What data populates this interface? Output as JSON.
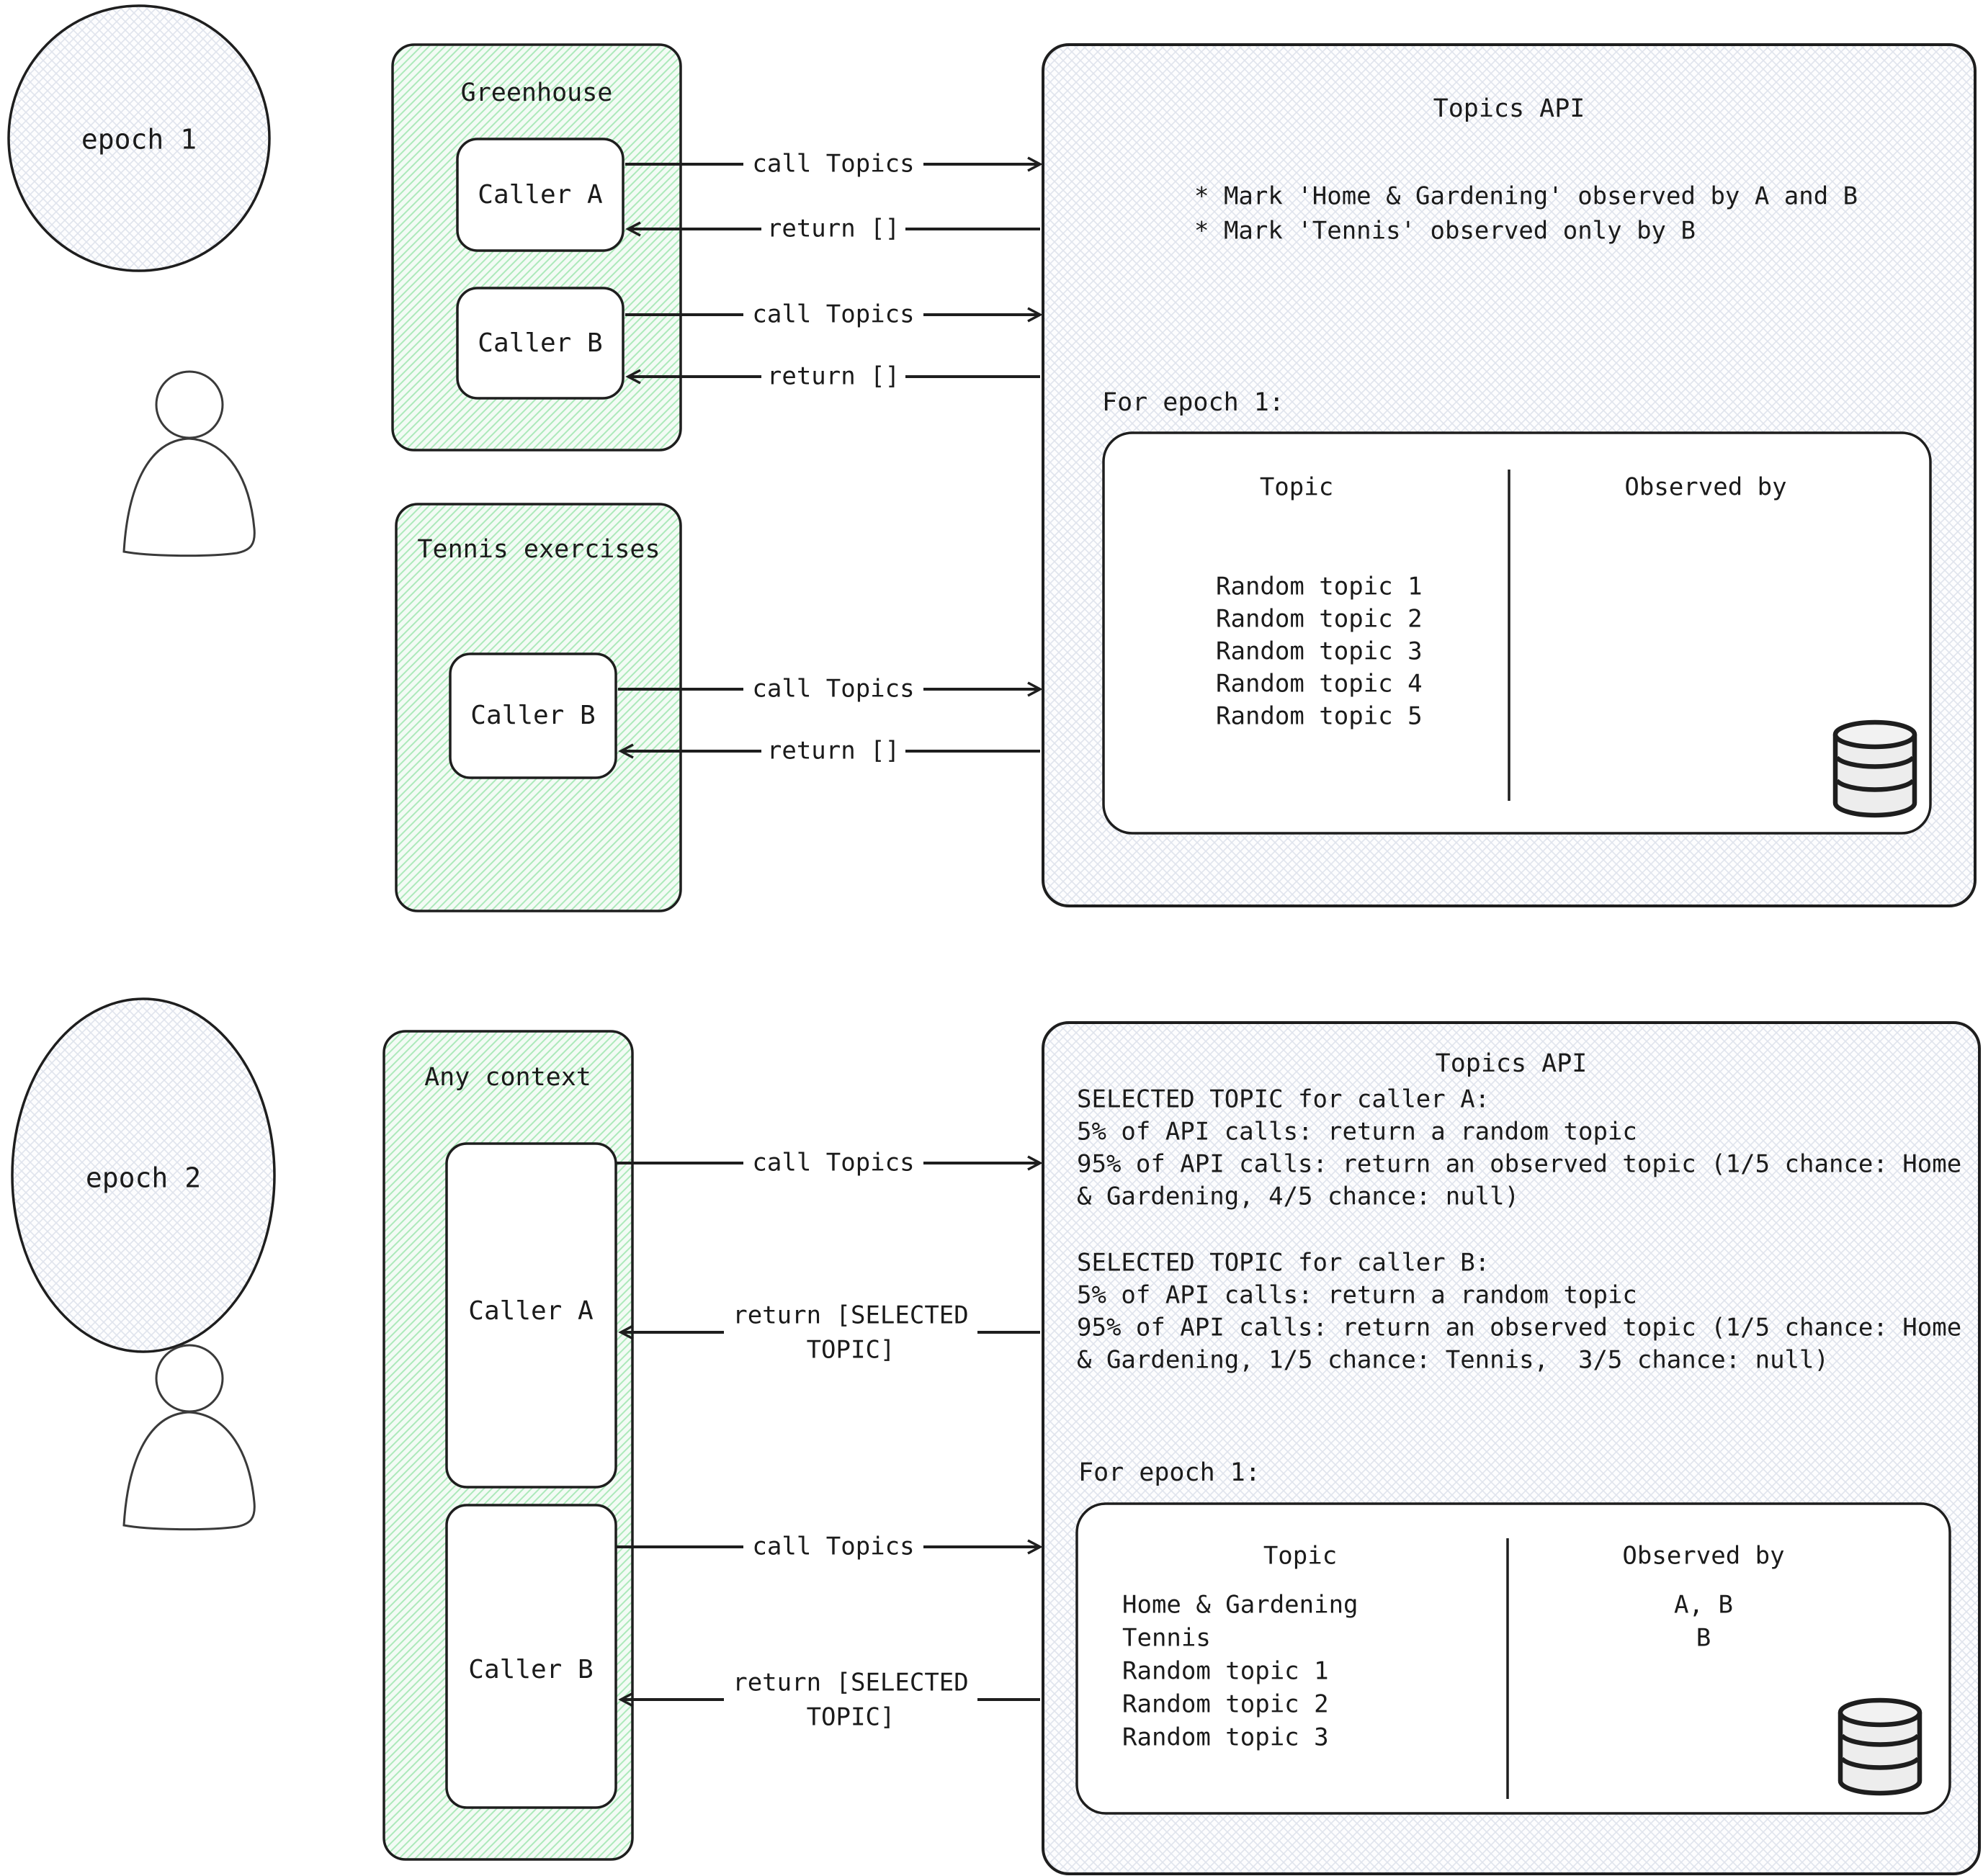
{
  "colors": {
    "ink": "#1e1e1e",
    "green_hatch": "#ace9ba",
    "green_fill": "#f3fbf5",
    "crosshatch": "#e0e4ed",
    "db_fill": "#ededed"
  },
  "epoch1": {
    "label": "epoch 1",
    "greenhouse": {
      "title": "Greenhouse",
      "caller_a": "Caller A",
      "caller_b": "Caller B"
    },
    "tennis": {
      "title": "Tennis exercises",
      "caller_b": "Caller B"
    },
    "arrows": {
      "caller_a_call": "call Topics",
      "caller_a_return": "return []",
      "caller_b_call": "call Topics",
      "caller_b_return": "return []",
      "tennis_call": "call Topics",
      "tennis_return": "return []"
    },
    "api": {
      "title": "Topics API",
      "notes": [
        "* Mark 'Home & Gardening' observed by A and B",
        "* Mark 'Tennis' observed only by B"
      ],
      "epoch_caption": "For epoch 1:",
      "table": {
        "columns": [
          "Topic",
          "Observed by"
        ],
        "rows": [
          {
            "topic": "Random topic 1",
            "observed_by": ""
          },
          {
            "topic": "Random topic 2",
            "observed_by": ""
          },
          {
            "topic": "Random topic 3",
            "observed_by": ""
          },
          {
            "topic": "Random topic 4",
            "observed_by": ""
          },
          {
            "topic": "Random topic 5",
            "observed_by": ""
          }
        ]
      }
    }
  },
  "epoch2": {
    "label": "epoch 2",
    "any_context": {
      "title": "Any context",
      "caller_a": "Caller A",
      "caller_b": "Caller B"
    },
    "arrows": {
      "caller_a_call": "call Topics",
      "caller_a_return_line1": "return [SELECTED",
      "caller_a_return_line2": "TOPIC]",
      "caller_b_call": "call Topics",
      "caller_b_return_line1": "return [SELECTED",
      "caller_b_return_line2": "TOPIC]"
    },
    "api": {
      "title": "Topics API",
      "selection_rules": [
        "SELECTED TOPIC for caller A:",
        "5% of API calls: return a random topic",
        "95% of API calls: return an observed topic (1/5 chance: Home",
        "& Gardening, 4/5 chance: null)",
        "SELECTED TOPIC for caller B:",
        "5% of API calls: return a random topic",
        "95% of API calls: return an observed topic (1/5 chance: Home",
        "& Gardening, 1/5 chance: Tennis,  3/5 chance: null)"
      ],
      "epoch_caption": "For epoch 1:",
      "table": {
        "columns": [
          "Topic",
          "Observed by"
        ],
        "rows": [
          {
            "topic": "Home & Gardening",
            "observed_by": "A, B"
          },
          {
            "topic": "Tennis",
            "observed_by": "B"
          },
          {
            "topic": "Random topic 1",
            "observed_by": ""
          },
          {
            "topic": "Random topic 2",
            "observed_by": ""
          },
          {
            "topic": "Random topic 3",
            "observed_by": ""
          }
        ]
      }
    }
  }
}
